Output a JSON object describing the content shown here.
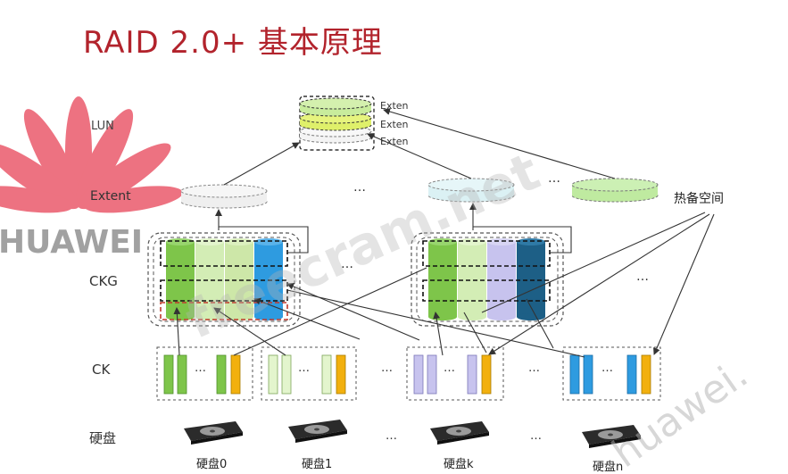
{
  "title": "RAID 2.0+ 基本原理",
  "logo": {
    "text": "HUAWEI",
    "color": "#e0001b"
  },
  "layers": {
    "lun": "LUN",
    "extent": "Extent",
    "ckg": "CKG",
    "ck": "CK",
    "disk": "硬盘"
  },
  "extent_stack_labels": [
    "Exten",
    "Exten",
    "Exten"
  ],
  "hot_spare": "热备空间",
  "disks": [
    "硬盘0",
    "硬盘1",
    "硬盘k",
    "硬盘n"
  ],
  "ellipsis": "…",
  "watermarks": [
    "freecram.net",
    "huawei."
  ],
  "colors": {
    "green": "#7ec54a",
    "light_green": "#d3edb5",
    "pale_green": "#eef8e2",
    "lavender": "#c7c3ee",
    "sky": "#2e9be0",
    "teal": "#1d5f86",
    "orange": "#f2b00e",
    "yellow_green": "#dff06a",
    "brand": "#b2232c"
  }
}
